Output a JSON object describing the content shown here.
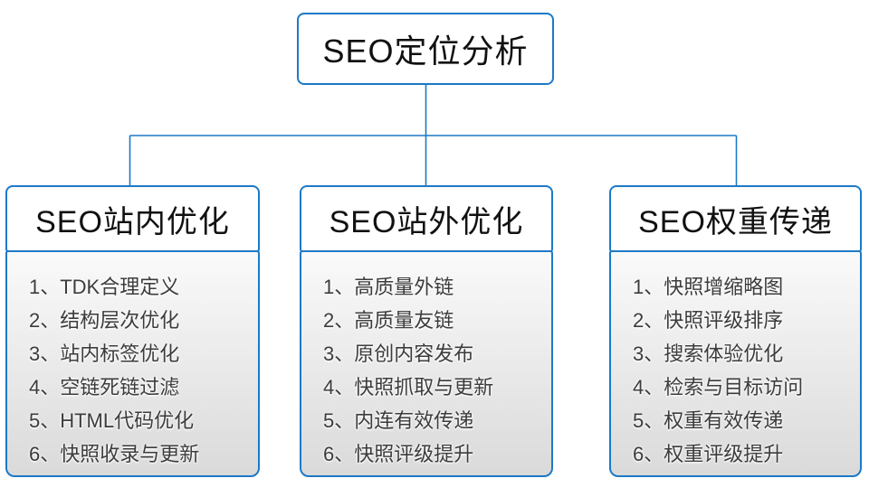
{
  "root": {
    "title": "SEO定位分析"
  },
  "branches": [
    {
      "title": "SEO站内优化",
      "items": [
        "1、TDK合理定义",
        "2、结构层次优化",
        "3、站内标签优化",
        "4、空链死链过滤",
        "5、HTML代码优化",
        "6、快照收录与更新"
      ]
    },
    {
      "title": "SEO站外优化",
      "items": [
        "1、高质量外链",
        "2、高质量友链",
        "3、原创内容发布",
        "4、快照抓取与更新",
        "5、内连有效传递",
        "6、快照评级提升"
      ]
    },
    {
      "title": "SEO权重传递",
      "items": [
        "1、快照增缩略图",
        "2、快照评级排序",
        "3、搜索体验优化",
        "4、检索与目标访问",
        "5、权重有效传递",
        "6、权重评级提升"
      ]
    }
  ],
  "colors": {
    "border_blue": "#1d79c7",
    "connector_blue": "#1d79c7",
    "list_gradient_top": "#fafafa",
    "list_gradient_bottom": "#dadada",
    "title_text": "#111111",
    "item_text": "#3c3c3c",
    "background": "#ffffff"
  }
}
